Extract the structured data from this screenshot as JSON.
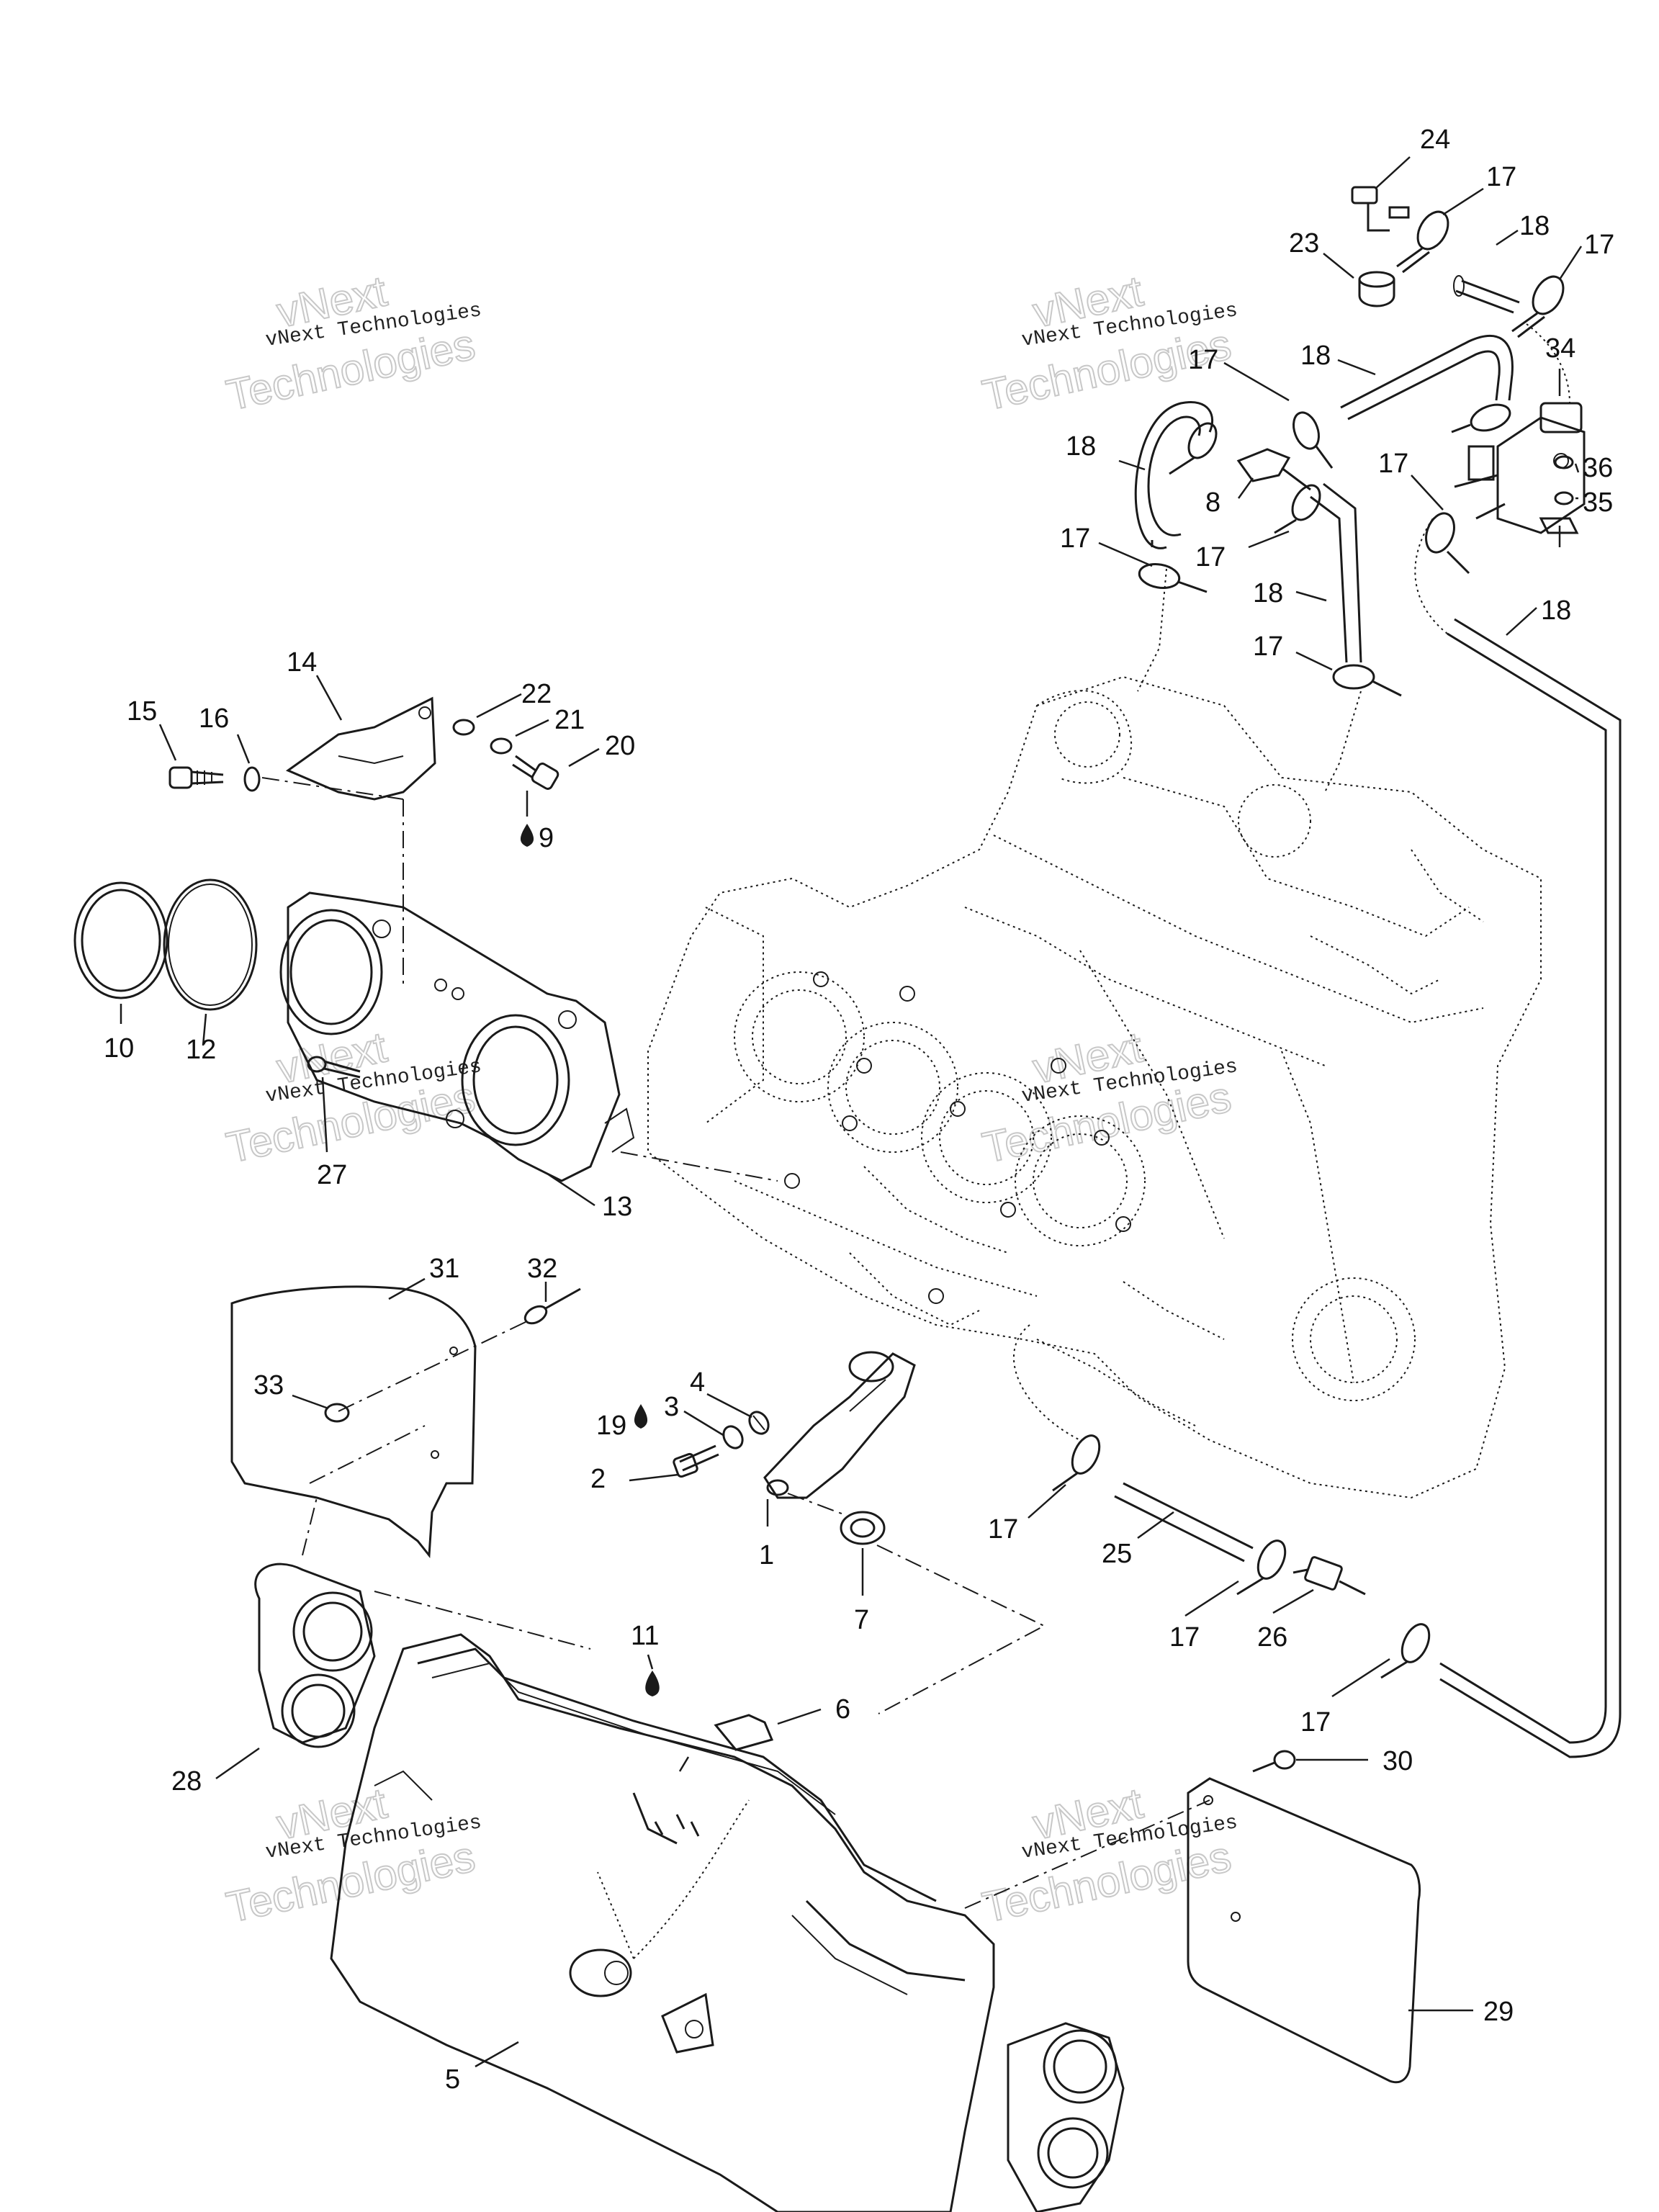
{
  "watermark": {
    "line1": "vNext Technologies",
    "line2_big": "vNext",
    "line3_big": "Technologies"
  },
  "callouts": {
    "c1": "1",
    "c2": "2",
    "c3": "3",
    "c4": "4",
    "c5": "5",
    "c6": "6",
    "c7": "7",
    "c8": "8",
    "c9": "9",
    "c10": "10",
    "c11": "11",
    "c12": "12",
    "c13": "13",
    "c14": "14",
    "c15": "15",
    "c16": "16",
    "c17": "17",
    "c18": "18",
    "c19": "19",
    "c20": "20",
    "c21": "21",
    "c22": "22",
    "c23": "23",
    "c24": "24",
    "c25": "25",
    "c26": "26",
    "c27": "27",
    "c28": "28",
    "c29": "29",
    "c30": "30",
    "c31": "31",
    "c32": "32",
    "c33": "33",
    "c34": "34",
    "c35": "35",
    "c36": "36"
  }
}
